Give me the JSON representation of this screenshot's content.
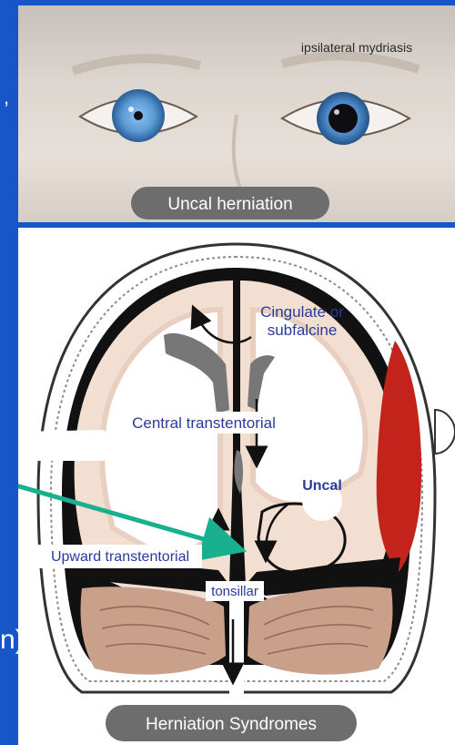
{
  "edge_fragments": {
    "comma": ",",
    "paren": "n)"
  },
  "photo": {
    "caption_top": "ipsilateral mydriasis",
    "caption_pill": "Uncal herniation"
  },
  "diagram": {
    "labels": {
      "cingulate_line1": "Cingulate or",
      "cingulate_line2": "subfalcine",
      "central": "Central transtentorial",
      "uncal": "Uncal",
      "upward": "Upward transtentorial",
      "tonsillar": "tonsillar"
    },
    "caption_pill": "Herniation Syndromes"
  },
  "colors": {
    "background": "#1656c9",
    "label_blue": "#2a3a9c",
    "hematoma": "#c2231b",
    "cortex": "#f3ded2",
    "cerebellum": "#c9a08a",
    "arrow_teal": "#19b08f",
    "pill": "#6d6d6d"
  }
}
